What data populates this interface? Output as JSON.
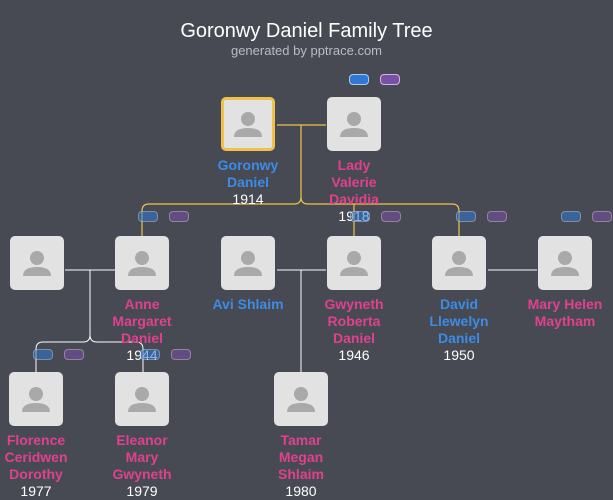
{
  "header": {
    "title": "Goronwy Daniel Family Tree",
    "subtitle": "generated by pptrace.com"
  },
  "colors": {
    "background": "#474a52",
    "male": "#3c8ce7",
    "female": "#e0418f",
    "selected_border": "#f0c24b",
    "marriage_line": "#f0c24b",
    "child_line": "#ffffff"
  },
  "people": [
    {
      "id": "goronwy",
      "gender": "male",
      "selected": true,
      "name_lines": [
        "Goronwy",
        "Daniel"
      ],
      "year": "1914"
    },
    {
      "id": "valerie",
      "gender": "female",
      "selected": false,
      "name_lines": [
        "Lady",
        "Valerie",
        "Davidia"
      ],
      "year": "1918"
    },
    {
      "id": "spouse_anne",
      "gender": "unknown",
      "selected": false,
      "name_lines": [],
      "year": ""
    },
    {
      "id": "anne",
      "gender": "female",
      "selected": false,
      "name_lines": [
        "Anne",
        "Margaret",
        "Daniel"
      ],
      "year": "1944"
    },
    {
      "id": "avi",
      "gender": "male",
      "selected": false,
      "name_lines": [
        "Avi Shlaim"
      ],
      "year": ""
    },
    {
      "id": "gwyneth",
      "gender": "female",
      "selected": false,
      "name_lines": [
        "Gwyneth",
        "Roberta",
        "Daniel"
      ],
      "year": "1946"
    },
    {
      "id": "david",
      "gender": "male",
      "selected": false,
      "name_lines": [
        "David",
        "Llewelyn",
        "Daniel"
      ],
      "year": "1950"
    },
    {
      "id": "mary",
      "gender": "female",
      "selected": false,
      "name_lines": [
        "Mary Helen",
        "Maytham"
      ],
      "year": ""
    },
    {
      "id": "florence",
      "gender": "female",
      "selected": false,
      "name_lines": [
        "Florence",
        "Ceridwen",
        "Dorothy"
      ],
      "year": "1977"
    },
    {
      "id": "eleanor",
      "gender": "female",
      "selected": false,
      "name_lines": [
        "Eleanor",
        "Mary",
        "Gwyneth"
      ],
      "year": "1979"
    },
    {
      "id": "tamar",
      "gender": "female",
      "selected": false,
      "name_lines": [
        "Tamar",
        "Megan",
        "Shlaim"
      ],
      "year": "1980"
    }
  ],
  "pill_pairs": [
    {
      "id": "top"
    },
    {
      "id": "anne"
    },
    {
      "id": "gwyneth"
    },
    {
      "id": "david"
    },
    {
      "id": "mary"
    },
    {
      "id": "florence"
    },
    {
      "id": "eleanor"
    }
  ]
}
